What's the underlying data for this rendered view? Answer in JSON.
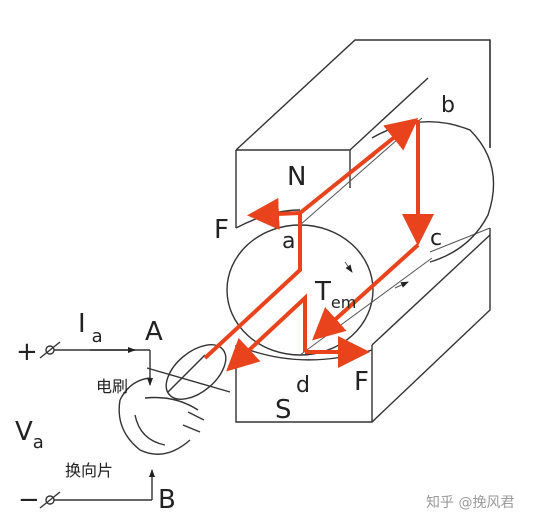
{
  "labels": {
    "north_pole": "N",
    "south_pole": "S",
    "corner_a": "a",
    "corner_b": "b",
    "corner_c": "c",
    "corner_d": "d",
    "force_left": "F",
    "force_right": "F",
    "torque_main": "T",
    "torque_sub": "em",
    "current_main": "I",
    "current_sub": "a",
    "voltage_main": "V",
    "voltage_sub": "a",
    "terminal_a": "A",
    "terminal_b": "B",
    "plus_sign": "+",
    "minus_sign": "−",
    "brush": "电刷",
    "commutator": "换向片",
    "watermark": "知乎 @挽风君"
  },
  "colors": {
    "current_path": "#e8431c",
    "lines": "#333333"
  }
}
